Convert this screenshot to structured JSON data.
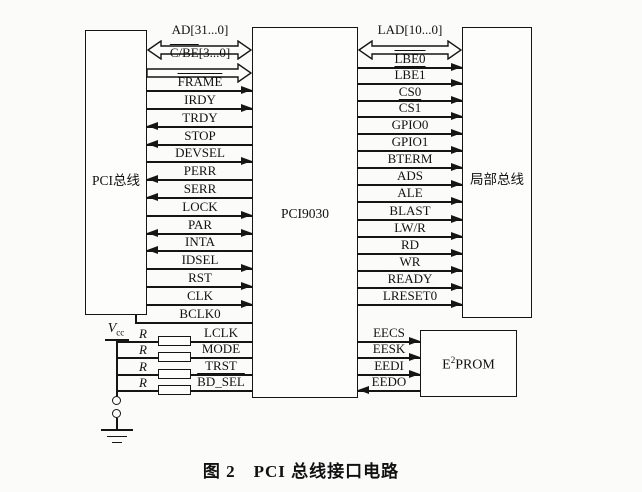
{
  "title": "PCI bus interface circuit",
  "boxes": {
    "pci_bus": {
      "label": "PCI总线"
    },
    "chip": {
      "label": "PCI9030"
    },
    "local_bus": {
      "label": "局部总线"
    },
    "eeprom": {
      "pre": "E",
      "sup": "2",
      "post": "PROM"
    }
  },
  "vcc": {
    "main": "V",
    "sub": "cc"
  },
  "resistor_label": "R",
  "caption": "图 2　PCI 总线接口电路",
  "left_signals": [
    {
      "pre": "AD[31...0]",
      "bus": true,
      "dir": "both"
    },
    {
      "over": "C/BE",
      "post": "[3...0]",
      "bus": true,
      "dir": "right"
    },
    {
      "over": "FRAME",
      "dir": "right"
    },
    {
      "over": "IRDY",
      "dir": "right"
    },
    {
      "pre": "TRDY",
      "dir": "left"
    },
    {
      "over": "STOP",
      "dir": "left"
    },
    {
      "over": "DEVSEL",
      "dir": "right"
    },
    {
      "over": "PERR",
      "dir": "left"
    },
    {
      "over": "SERR",
      "dir": "left"
    },
    {
      "over": "LOCK",
      "dir": "right"
    },
    {
      "pre": "PAR",
      "dir": "both"
    },
    {
      "over": "INTA",
      "dir": "left"
    },
    {
      "over": "IDSEL",
      "dir": "right"
    },
    {
      "over": "RST",
      "dir": "right"
    },
    {
      "pre": "CLK",
      "dir": "right"
    },
    {
      "pre": "BCLK0",
      "dir": "none"
    }
  ],
  "right_signals": [
    {
      "pre": "LAD[10...0]",
      "bus": true,
      "dir": "both"
    },
    {
      "over": "LBE0",
      "dir": "right"
    },
    {
      "over": "LBE1",
      "dir": "right"
    },
    {
      "over": "CS0",
      "dir": "right"
    },
    {
      "over": "CS1",
      "dir": "right"
    },
    {
      "pre": "GPIO0",
      "dir": "right"
    },
    {
      "pre": "GPIO1",
      "dir": "right"
    },
    {
      "over": "BTERM",
      "dir": "right"
    },
    {
      "over": "ADS",
      "dir": "right"
    },
    {
      "pre": "ALE",
      "dir": "right"
    },
    {
      "over": "BLAST",
      "dir": "right"
    },
    {
      "pre": "LW/",
      "over": "R",
      "dir": "right"
    },
    {
      "over": "RD",
      "dir": "right"
    },
    {
      "over": "WR",
      "dir": "right"
    },
    {
      "over": "READY",
      "dir": "right"
    },
    {
      "over": "LRESET0",
      "dir": "right"
    }
  ],
  "pullup_signals": [
    {
      "pre": "LCLK"
    },
    {
      "pre": "MODE"
    },
    {
      "over": "TRST"
    },
    {
      "over": "BD_SEL"
    }
  ],
  "eeprom_signals": [
    {
      "pre": "EECS",
      "dir": "right"
    },
    {
      "pre": "EESK",
      "dir": "right"
    },
    {
      "pre": "EEDI",
      "dir": "right"
    },
    {
      "pre": "EEDO",
      "dir": "left"
    }
  ]
}
